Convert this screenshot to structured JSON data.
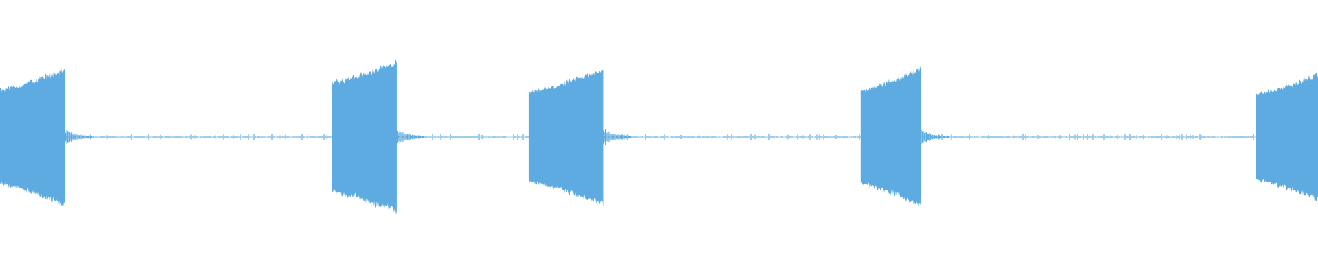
{
  "waveform": {
    "color": "#5dabe0",
    "background": "#ffffff",
    "bursts": [
      {
        "start": 0.0,
        "end": 0.049,
        "attack_amplitude": 0.72,
        "peak_amplitude": 1.04
      },
      {
        "start": 0.252,
        "end": 0.301,
        "attack_amplitude": 0.84,
        "peak_amplitude": 1.13
      },
      {
        "start": 0.401,
        "end": 0.458,
        "attack_amplitude": 0.68,
        "peak_amplitude": 1.04
      },
      {
        "start": 0.653,
        "end": 0.699,
        "attack_amplitude": 0.71,
        "peak_amplitude": 1.06
      },
      {
        "start": 0.953,
        "end": 1.0,
        "attack_amplitude": 0.66,
        "peak_amplitude": 0.95
      }
    ],
    "noise_floor_amplitude": 0.03
  }
}
